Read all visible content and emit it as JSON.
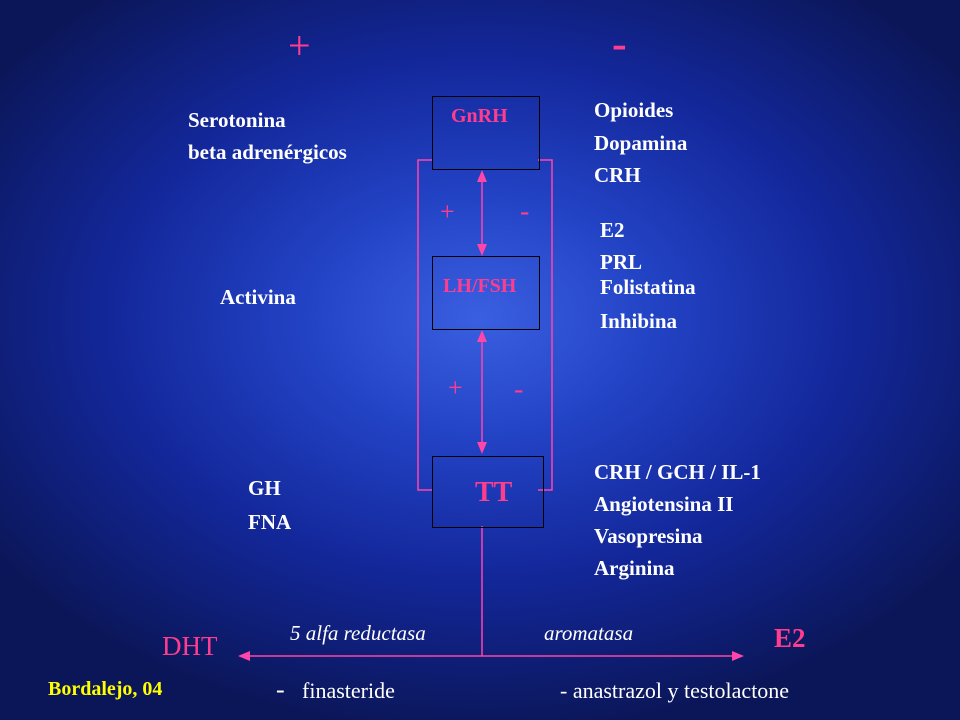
{
  "colors": {
    "accent_pink": "#ff3d8f",
    "text_white": "#ffffff",
    "credit_yellow": "#ffff00",
    "box_border": "#000000",
    "line_pink": "#ff44aa"
  },
  "header": {
    "plus": "+",
    "minus": "-"
  },
  "boxes": {
    "gnrh": "GnRH",
    "lhfsh": "LH/FSH",
    "tt": "TT"
  },
  "left": {
    "serotonina": "Serotonina",
    "beta": "beta adrenérgicos",
    "activina": "Activina",
    "gh": "GH",
    "fna": "FNA"
  },
  "right": {
    "opioides": "Opioides",
    "dopamina": "Dopamina",
    "crh": "CRH",
    "e2": "E2",
    "prl": "PRL",
    "folistatina": "Folistatina",
    "inhibina": "Inhibina",
    "crh_gch": "CRH / GCH / IL-1",
    "angiotensina": "Angiotensina II",
    "vasopresina": "Vasopresina",
    "arginina": "Arginina"
  },
  "signs": {
    "plus1": "+",
    "minus1": "-",
    "plus2": "+",
    "minus2": "-"
  },
  "bottom": {
    "reductasa": "5 alfa reductasa",
    "aromatasa": "aromatasa",
    "dht": "DHT",
    "e2": "E2",
    "finasteride_dash": "-",
    "finasteride": "finasteride",
    "anastrazol": "- anastrazol y testolactone",
    "credit": "Bordalejo, 04"
  }
}
